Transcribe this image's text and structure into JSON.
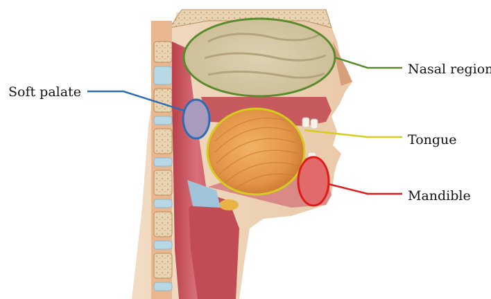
{
  "labels": {
    "nasal_region": "Nasal region",
    "tongue": "Tongue",
    "mandible": "Mandible",
    "soft_palate": "Soft palate"
  },
  "highlight_colors": {
    "nasal_region": "#5a8a2e",
    "tongue": "#d6cc1e",
    "mandible": "#e01a1a",
    "soft_palate": "#2b6cb5"
  },
  "illustration": {
    "subject": "sagittal section of head and neck"
  }
}
